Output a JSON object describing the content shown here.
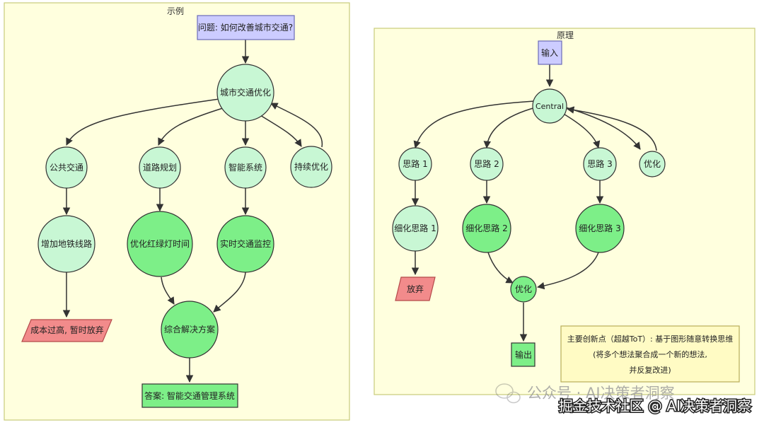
{
  "colors": {
    "panel_fill": "#ffffde",
    "panel_stroke": "#c8cc7a",
    "rect_fill": "#ccccff",
    "rect_stroke": "#6b6bb8",
    "light_green": "#c8f7d4",
    "bright_green": "#7def88",
    "red_fill": "#f28b8b",
    "red_stroke": "#b44a4a",
    "note_fill": "#fffbc4",
    "note_stroke": "#b8ad5a",
    "edge": "#333333"
  },
  "left_panel": {
    "title": "示例",
    "nodes": {
      "question": "问题: 如何改善城市交通?",
      "root": "城市交通优化",
      "public_transit": "公共交通",
      "road_planning": "道路规划",
      "smart_system": "智能系统",
      "continuous_opt": "持续优化",
      "subway": "增加地铁线路",
      "traffic_light": "优化红绿灯时间",
      "realtime": "实时交通监控",
      "too_costly": "成本过高, 暂时放弃",
      "combined": "综合解决方案",
      "answer": "答案: 智能交通管理系统"
    }
  },
  "right_panel": {
    "title": "原理",
    "nodes": {
      "input": "输入",
      "central": "Central",
      "idea1": "思路 1",
      "idea2": "思路 2",
      "idea3": "思路 3",
      "optimize_top": "优化",
      "refine1": "细化思路 1",
      "refine2": "细化思路 2",
      "refine3": "细化思路 3",
      "discard": "放弃",
      "optimize_mid": "优化",
      "output": "输出"
    },
    "note": {
      "line1": "主要创新点（超越ToT）: 基于图形随意转换思维",
      "line2": "(将多个想法聚合成一个新的想法,",
      "line3": "并反复改进)"
    }
  },
  "watermark": {
    "line1": "公众号 · AI决策者洞察",
    "line2": "掘金技术社区 @ AI决策者洞察"
  }
}
